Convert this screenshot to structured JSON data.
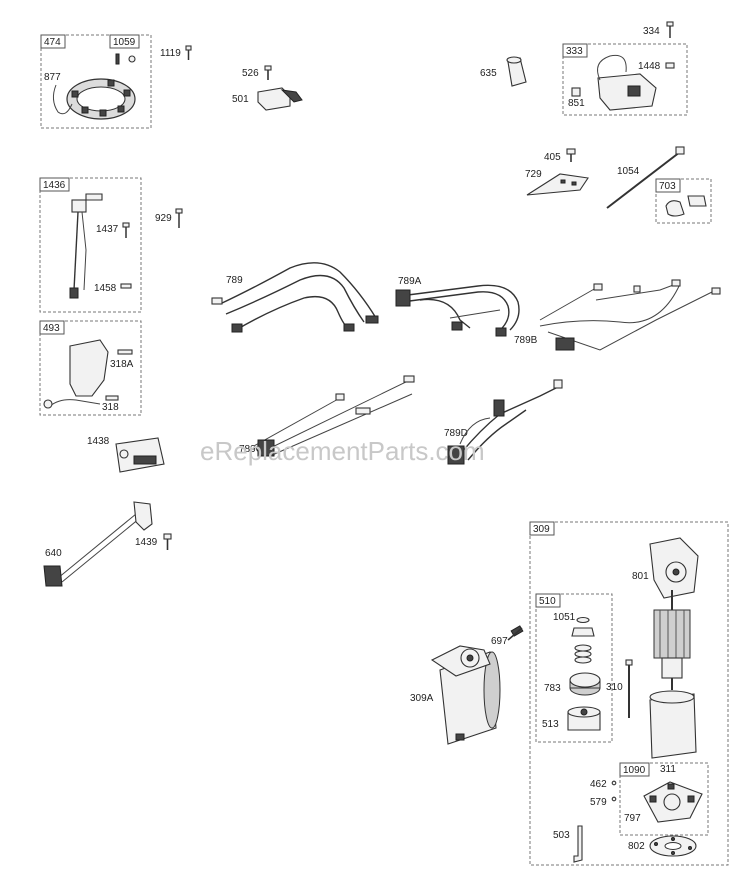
{
  "watermark": "eReplacementParts.com",
  "labels": {
    "l474": "474",
    "l1059": "1059",
    "l877": "877",
    "l1119": "1119",
    "l526": "526",
    "l501": "501",
    "l635": "635",
    "l334": "334",
    "l333": "333",
    "l1448": "1448",
    "l851": "851",
    "l405": "405",
    "l729": "729",
    "l1054": "1054",
    "l703": "703",
    "l1436": "1436",
    "l929": "929",
    "l1437": "1437",
    "l1458": "1458",
    "l493": "493",
    "l318A": "318A",
    "l318": "318",
    "l789": "789",
    "l789A": "789A",
    "l789B": "789B",
    "l789C": "789C",
    "l789D": "789D",
    "l1438": "1438",
    "l640": "640",
    "l1439": "1439",
    "l309": "309",
    "l801": "801",
    "l510": "510",
    "l1051": "1051",
    "l697": "697",
    "l783": "783",
    "l310": "310",
    "l309A": "309A",
    "l513": "513",
    "l1090": "1090",
    "l311": "311",
    "l462": "462",
    "l579": "579",
    "l797": "797",
    "l503": "503",
    "l802": "802"
  }
}
